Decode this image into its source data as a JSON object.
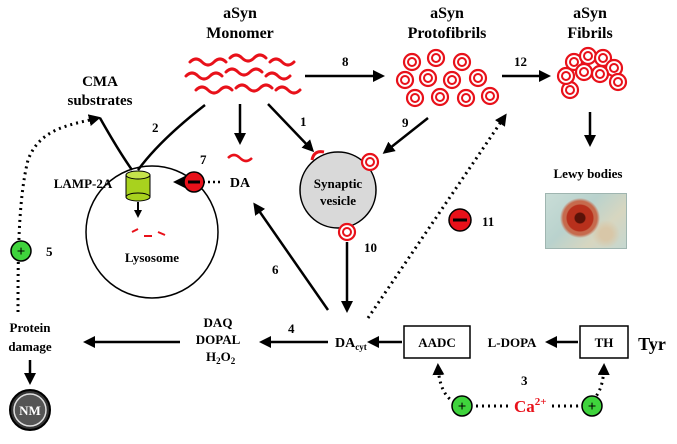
{
  "labels": {
    "asyn": "aSyn",
    "monomer": "Monomer",
    "protofibrils": "Protofibrils",
    "fibrils": "Fibrils",
    "cma": "CMA",
    "substrates": "substrates",
    "lamp": "LAMP-2A",
    "lysosome": "Lysosome",
    "da": "DA",
    "synaptic": "Synaptic",
    "vesicle": "vesicle",
    "lewy": "Lewy bodies",
    "protein": "Protein",
    "damage": "damage",
    "nm": "NM",
    "daq": "DAQ",
    "dopal": "DOPAL",
    "h2o2_main": "H",
    "h2o2_sub1": "2",
    "h2o2_mid": "O",
    "h2o2_sub2": "2",
    "dacyt_main": "DA",
    "dacyt_sub": "cyt",
    "aadc": "AADC",
    "ldopa": "L-DOPA",
    "th": "TH",
    "tyr": "Tyr",
    "ca_main": "Ca",
    "ca_sup": "2+",
    "plus": "+",
    "minus": "−"
  },
  "numbers": [
    "1",
    "2",
    "3",
    "4",
    "5",
    "6",
    "7",
    "8",
    "9",
    "10",
    "11",
    "12"
  ],
  "colors": {
    "red": "#e8111a",
    "green": "#3fd33c",
    "lamp": "#a8d21e",
    "vesicle": "#d9d9d9",
    "nm": "#333333"
  }
}
